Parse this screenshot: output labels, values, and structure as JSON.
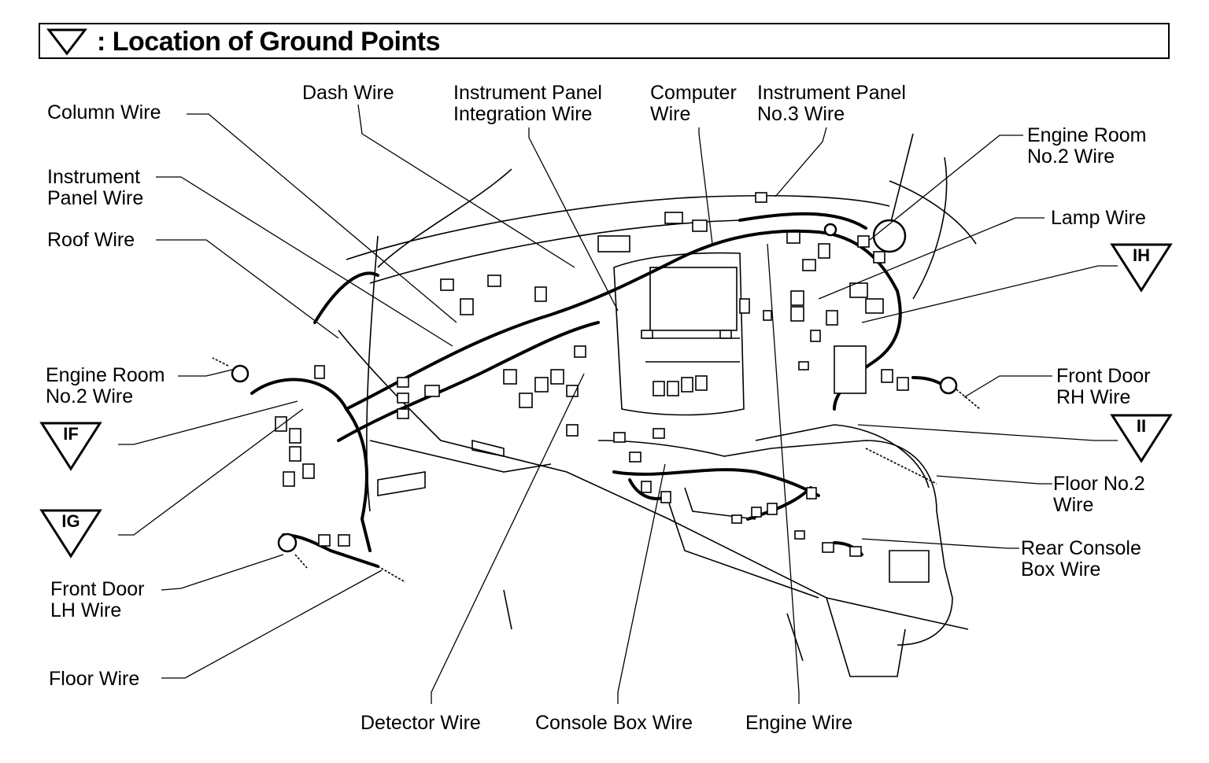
{
  "title": ": Location of Ground Points",
  "labels": {
    "column_wire": "Column Wire",
    "dash_wire": "Dash Wire",
    "ip_integration_wire": "Instrument Panel\nIntegration Wire",
    "computer_wire": "Computer\nWire",
    "ip_no3_wire": "Instrument Panel\nNo.3 Wire",
    "engine_room_no2_wire_right": "Engine Room\nNo.2 Wire",
    "instrument_panel_wire": "Instrument\nPanel Wire",
    "lamp_wire": "Lamp Wire",
    "roof_wire": "Roof Wire",
    "engine_room_no2_wire_left": "Engine Room\nNo.2 Wire",
    "front_door_rh_wire": "Front Door\nRH Wire",
    "floor_no2_wire": "Floor No.2\nWire",
    "rear_console_box_wire": "Rear Console\nBox Wire",
    "front_door_lh_wire": "Front Door\nLH Wire",
    "floor_wire": "Floor Wire",
    "detector_wire": "Detector Wire",
    "console_box_wire": "Console Box Wire",
    "engine_wire": "Engine Wire"
  },
  "ground_points": {
    "ih": "IH",
    "ii": "II",
    "if": "IF",
    "ig": "IG"
  },
  "colors": {
    "line": "#000000",
    "background": "#ffffff"
  }
}
